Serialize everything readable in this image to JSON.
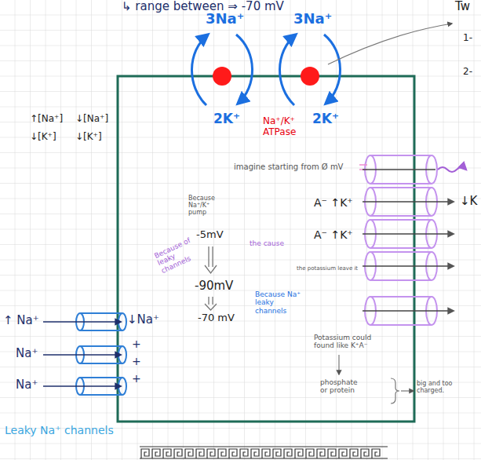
{
  "diagram": {
    "nodes": [
      {
        "text": [
          "2K⁺",
          "Na⁺/K⁺ ATPase",
          "2K⁺",
          "imagine starting from Ø mV",
          "Because Na⁺/K⁺ pump",
          "-5mV",
          "Because of leaky channels",
          "the cause",
          "-90mV",
          "Because Na⁺ leaky channels",
          "-70 mV",
          "A⁻ ↑K⁺",
          "A⁻ ↑K⁺",
          "the potassium leave it",
          "Potassium could found like K⁺A⁻",
          "phosphate or protein",
          "↓Na⁺",
          "+",
          "+",
          "+"
        ]
      }
    ],
    "labels": [
      "↳ range between ⇒ -70 mV",
      "Tw",
      "1-",
      "2-",
      "3Na⁺",
      "3Na⁺",
      "↑[Na⁺]",
      "↓[Na⁺]",
      "↓[K⁺]",
      "↓[K⁺]",
      "↓K",
      "↑ Na⁺",
      "Na⁺",
      "Na⁺",
      "big and too charged.",
      "Leaky Na⁺ channels"
    ]
  }
}
